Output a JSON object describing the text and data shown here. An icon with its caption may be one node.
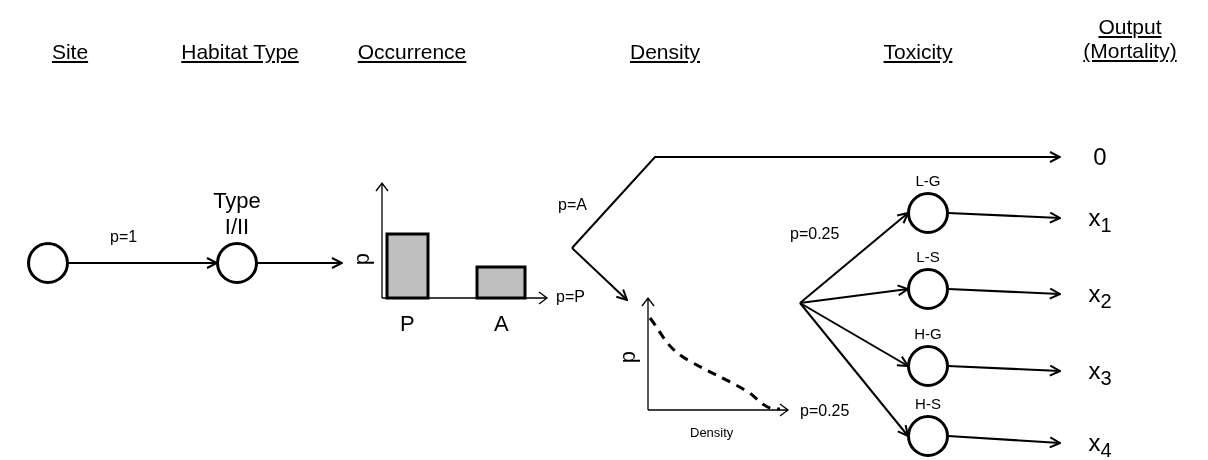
{
  "diagram": {
    "nodes": [
      {
        "text": [],
        "shape": "circle"
      },
      {
        "text": [
          "Type I/II"
        ]
      },
      {
        "text": [],
        "shape": "picture",
        "beside": [
          "p",
          "P",
          "A"
        ]
      },
      {
        "text": [],
        "shape": "picture",
        "beside": [
          "p",
          "Density"
        ]
      },
      {
        "text": [
          "0"
        ]
      },
      {
        "text": [
          "L-G"
        ]
      },
      {
        "text": [
          "L-S"
        ]
      },
      {
        "text": [
          "H-G"
        ]
      },
      {
        "text": [
          "H-S"
        ]
      },
      {
        "text": [
          "x$_{1}$"
        ]
      },
      {
        "text": [
          "x$_{2}$"
        ]
      },
      {
        "text": [
          "x$_{3}$"
        ]
      },
      {
        "text": [
          "x$_{4}$"
        ]
      }
    ],
    "edges": [
      {
        "from": 0,
        "to": 1,
        "arrow": "to",
        "label": "p=1"
      },
      {
        "from": 1,
        "to": 2,
        "arrow": "to"
      },
      {
        "from": null,
        "to": 4,
        "arrow": "to",
        "label": "p=A"
      },
      {
        "from": null,
        "to": 3,
        "arrow": "to",
        "label": "p=P"
      },
      {
        "from": 3,
        "to": 5,
        "arrow": "to",
        "label": "p=0.25"
      },
      {
        "from": 3,
        "to": 6,
        "arrow": "to"
      },
      {
        "from": 3,
        "to": 7,
        "arrow": "to"
      },
      {
        "from": 3,
        "to": 8,
        "arrow": "to",
        "label": "p=0.25"
      },
      {
        "from": 5,
        "to": 9,
        "arrow": "to"
      },
      {
        "from": 6,
        "to": 10,
        "arrow": "to"
      },
      {
        "from": 7,
        "to": 11,
        "arrow": "to"
      },
      {
        "from": 8,
        "to": 12,
        "arrow": "to"
      }
    ],
    "labels": [
      "Site",
      "Habitat Type",
      "Occurrence",
      "Density",
      "Toxicity",
      "Output (Mortality)"
    ]
  }
}
